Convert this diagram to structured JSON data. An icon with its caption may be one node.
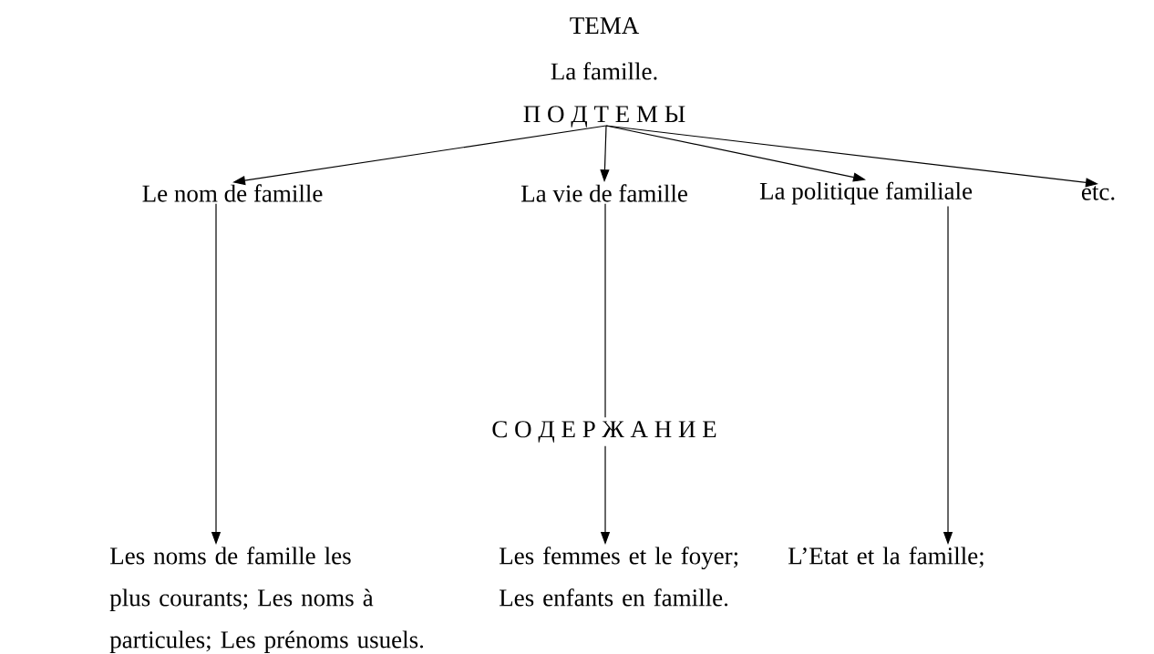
{
  "diagram": {
    "title": "ТЕМА",
    "nodes": [
      {
        "text": [
          "П О Д Т Е М Ы"
        ]
      },
      {
        "text": [
          "Le nom de famille"
        ]
      },
      {
        "text": [
          "La vie de famille"
        ]
      },
      {
        "text": [
          "La politique familiale"
        ]
      },
      {
        "text": [
          "etc."
        ]
      },
      {
        "text": [
          "Les noms de famille les plus courants; Les noms à particules; Les prénoms usuels."
        ]
      },
      {
        "text": [
          "Les femmes et le foyer; Les enfants en famille."
        ]
      },
      {
        "text": [
          "L’Etat et la famille;"
        ]
      }
    ],
    "edges": [
      {
        "from": 0,
        "to": 1,
        "arrow": "to"
      },
      {
        "from": 0,
        "to": 2,
        "arrow": "to"
      },
      {
        "from": 0,
        "to": 3,
        "arrow": "to"
      },
      {
        "from": 0,
        "to": 4,
        "arrow": "to"
      },
      {
        "from": 1,
        "to": 5,
        "arrow": "to"
      },
      {
        "from": 2,
        "to": 6,
        "arrow": "to"
      },
      {
        "from": 3,
        "to": 7,
        "arrow": "to"
      }
    ],
    "labels": [
      "La famille.",
      "С О Д Е Р Ж А Н И Е"
    ]
  }
}
